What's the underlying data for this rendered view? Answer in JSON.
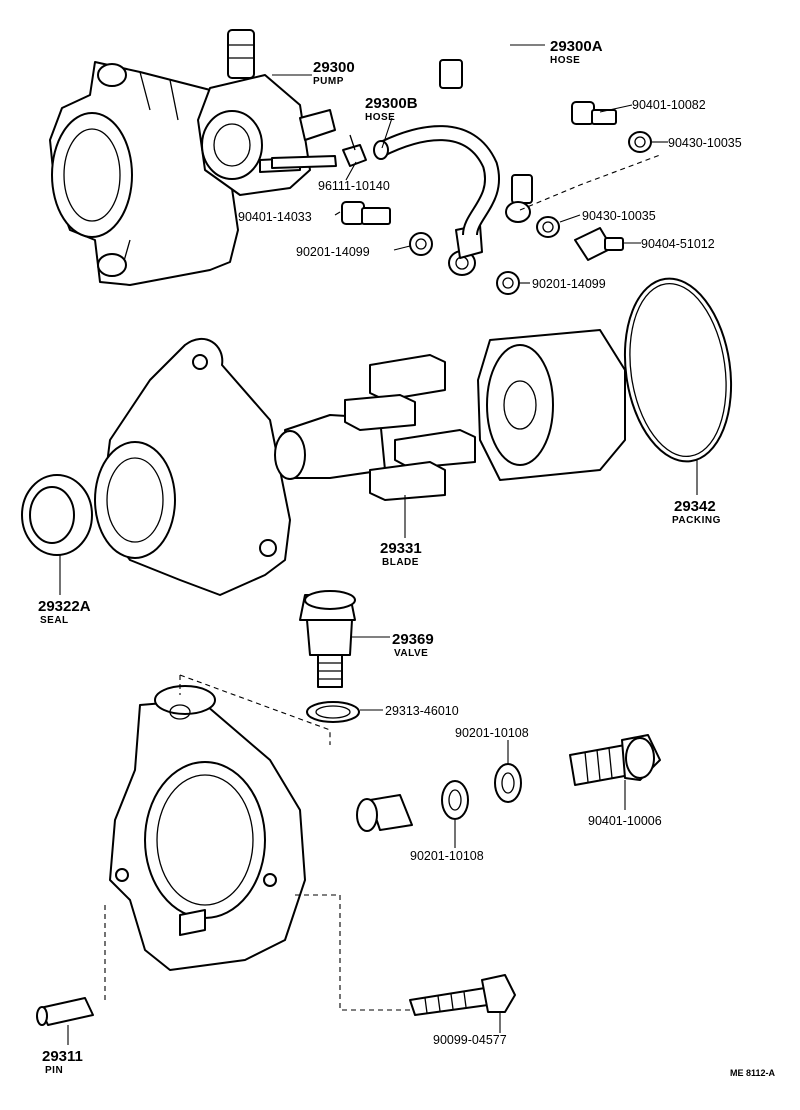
{
  "diagram_code": "ME 8112-A",
  "labels": {
    "pump": {
      "part": "29300",
      "name": "PUMP"
    },
    "hose_a": {
      "part": "29300A",
      "name": "HOSE"
    },
    "hose_b": {
      "part": "29300B",
      "name": "HOSE"
    },
    "p_90401_10082": "90401-10082",
    "p_90430_10035_a": "90430-10035",
    "p_96111_10140": "96111-10140",
    "p_90401_14033": "90401-14033",
    "p_90430_10035_b": "90430-10035",
    "p_90404_51012": "90404-51012",
    "p_90201_14099_a": "90201-14099",
    "p_90201_14099_b": "90201-14099",
    "packing": {
      "part": "29342",
      "name": "PACKING"
    },
    "blade": {
      "part": "29331",
      "name": "BLADE"
    },
    "seal": {
      "part": "29322A",
      "name": "SEAL"
    },
    "valve": {
      "part": "29369",
      "name": "VALVE"
    },
    "p_29313_46010": "29313-46010",
    "p_90201_10108_a": "90201-10108",
    "p_90401_10006": "90401-10006",
    "p_90201_10108_b": "90201-10108",
    "p_90099_04577": "90099-04577",
    "pin": {
      "part": "29311",
      "name": "PIN"
    }
  }
}
